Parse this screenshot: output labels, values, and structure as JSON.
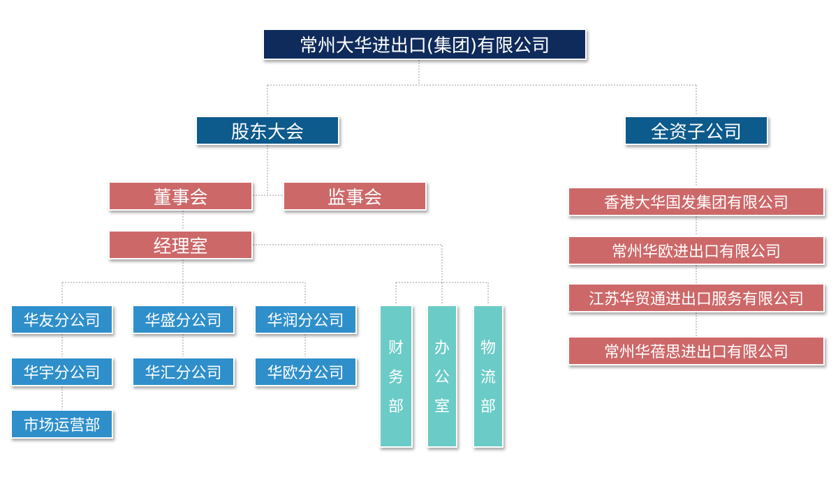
{
  "title": "常州大华进出口(集团)有限公司",
  "level1": {
    "shareholders": "股东大会",
    "subsidiaries": "全资子公司"
  },
  "board": "董事会",
  "supervisors": "监事会",
  "manager": "经理室",
  "branches": [
    "华友分公司",
    "华盛分公司",
    "华润分公司",
    "华宇分公司",
    "华汇分公司",
    "华欧分公司",
    "市场运营部"
  ],
  "departments": [
    [
      "财",
      "务",
      "部"
    ],
    [
      "办",
      "公",
      "室"
    ],
    [
      "物",
      "流",
      "部"
    ]
  ],
  "subsidiaries_list": [
    "香港大华国发集团有限公司",
    "常州华欧进出口有限公司",
    "江苏华贸通进出口服务有限公司",
    "常州华蓓思进出口有限公司"
  ],
  "colors": {
    "navy": "#0f2b5b",
    "blue": "#0d5a8c",
    "red": "#cd6869",
    "light_blue": "#2f8fcb",
    "teal": "#6bcbc6"
  }
}
